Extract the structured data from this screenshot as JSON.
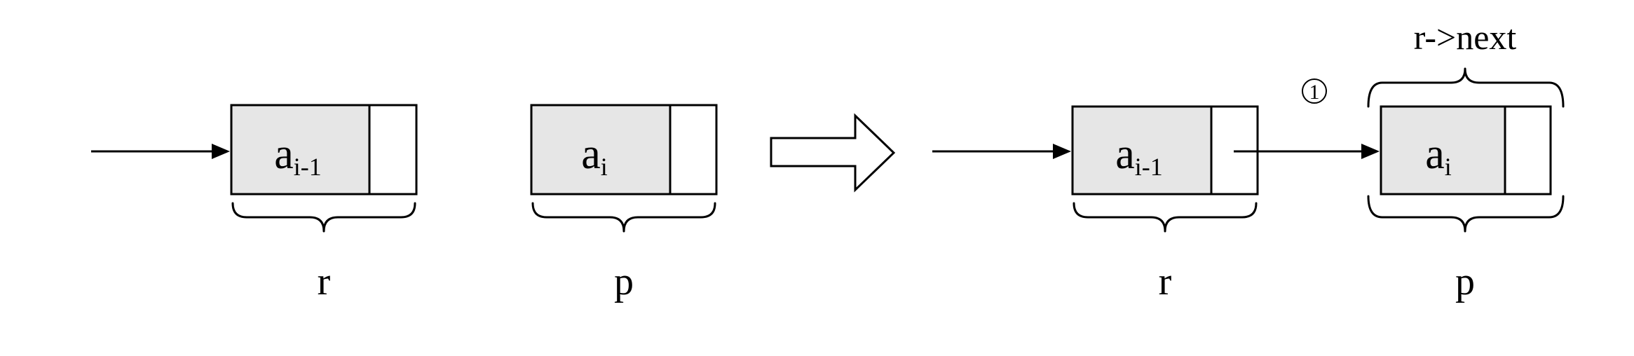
{
  "before": {
    "node_r": {
      "data_base": "a",
      "data_sub": "i-1",
      "label": "r"
    },
    "node_p": {
      "data_base": "a",
      "data_sub": "i",
      "label": "p"
    }
  },
  "after": {
    "node_r": {
      "data_base": "a",
      "data_sub": "i-1",
      "label": "r"
    },
    "node_p": {
      "data_base": "a",
      "data_sub": "i",
      "label": "p",
      "top_label": "r->next"
    },
    "step_marker": "1"
  },
  "colors": {
    "data_fill": "#e6e6e6",
    "stroke": "#000000",
    "background": "#ffffff"
  }
}
